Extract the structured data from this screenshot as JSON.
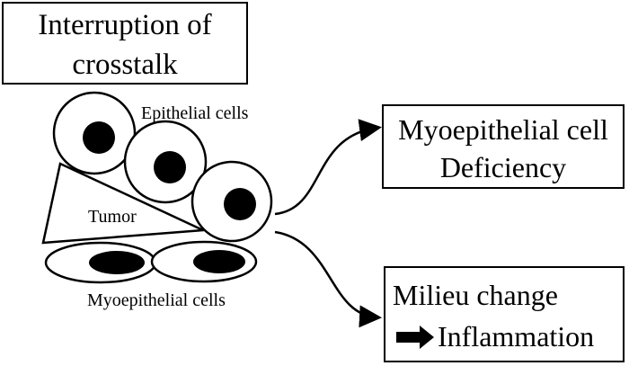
{
  "title_box": {
    "line1": "Interruption of",
    "line2": "crosstalk"
  },
  "labels": {
    "epithelial": "Epithelial cells",
    "tumor": "Tumor",
    "myoepithelial": "Myoepithelial cells"
  },
  "outcome_top": {
    "line1": "Myoepithelial cell",
    "line2": "Deficiency"
  },
  "outcome_bottom": {
    "line1": "Milieu change",
    "line2": "Inflammation",
    "arrow_icon": "right-arrow-icon"
  },
  "colors": {
    "stroke": "#000000",
    "fill": "#ffffff",
    "nucleus": "#000000"
  }
}
